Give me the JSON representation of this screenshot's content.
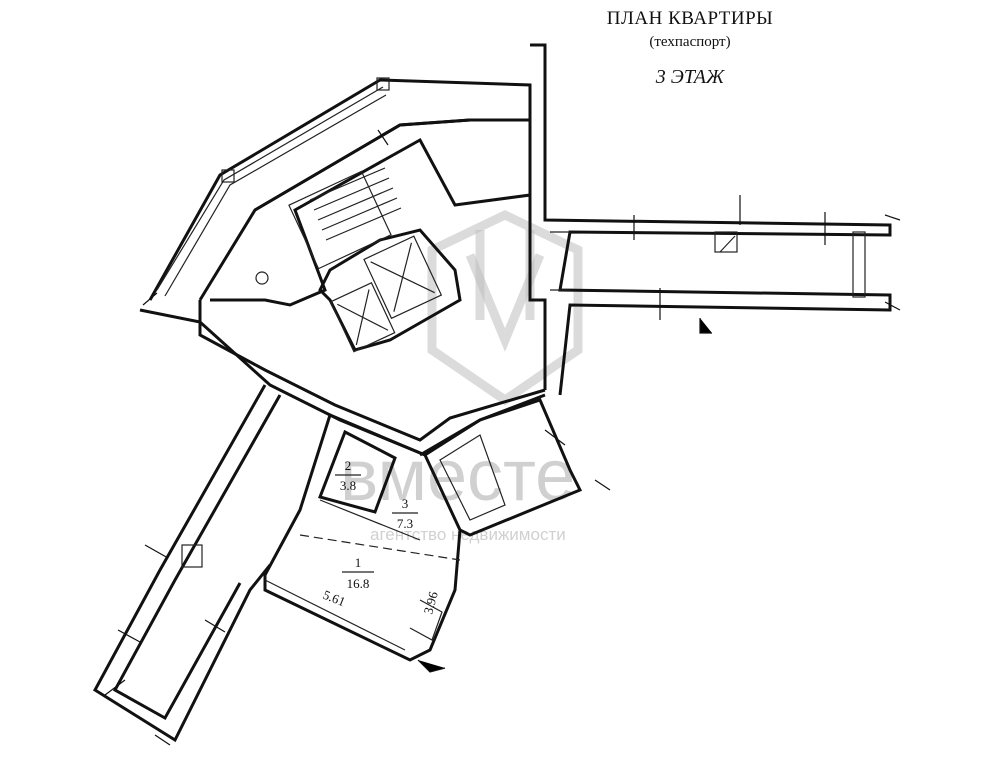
{
  "header": {
    "title": "ПЛАН КВАРТИРЫ",
    "subtitle": "(техпаспорт)",
    "floor": "3 ЭТАЖ"
  },
  "rooms": [
    {
      "number": "2",
      "area": "3.8"
    },
    {
      "number": "3",
      "area": "7.3"
    },
    {
      "number": "1",
      "area": "16.8"
    }
  ],
  "dimensions": {
    "length": "5.61",
    "width": "3.96"
  },
  "watermark": {
    "brand": "вместе",
    "tagline": "агентство недвижимости"
  },
  "colors": {
    "lines": "#111111",
    "watermark": "#bdbdbd",
    "background": "#ffffff"
  }
}
